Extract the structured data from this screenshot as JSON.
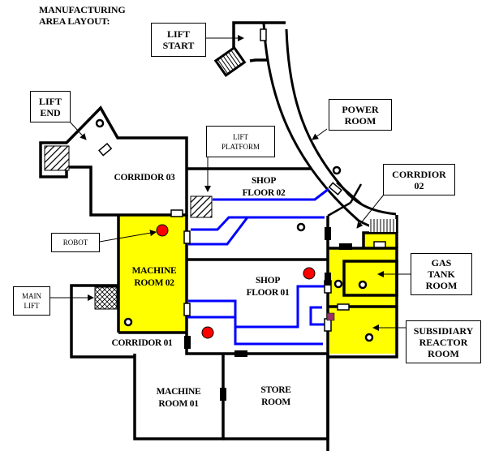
{
  "title": "MANUFACTURING\nAREA LAYOUT:",
  "colors": {
    "walls": "#000000",
    "highlight_room": "#ffff00",
    "path": "#0000ff",
    "robot": "#ff0000",
    "marker": "#993366",
    "background": "#ffffff"
  },
  "rooms": {
    "corridor_03": "CORRIDOR 03",
    "shop_floor_02": "SHOP\nFLOOR 02",
    "machine_room_02": "MACHINE\nROOM 02",
    "shop_floor_01": "SHOP\nFLOOR 01",
    "corridor_01": "CORRIDOR 01",
    "machine_room_01": "MACHINE\nROOM 01",
    "store_room": "STORE\nROOM"
  },
  "callouts": {
    "lift_start": "LIFT\nSTART",
    "lift_end": "LIFT\nEND",
    "power_room": "POWER\nROOM",
    "lift_platform": "LIFT\nPLATFORM",
    "corridor_02": "CORRDIOR\n02",
    "robot": "ROBOT",
    "main_lift": "MAIN\nLIFT",
    "gas_tank_room": "GAS\nTANK\nROOM",
    "subsidiary_reactor_room": "SUBSIDIARY\nREACTOR\nROOM"
  }
}
